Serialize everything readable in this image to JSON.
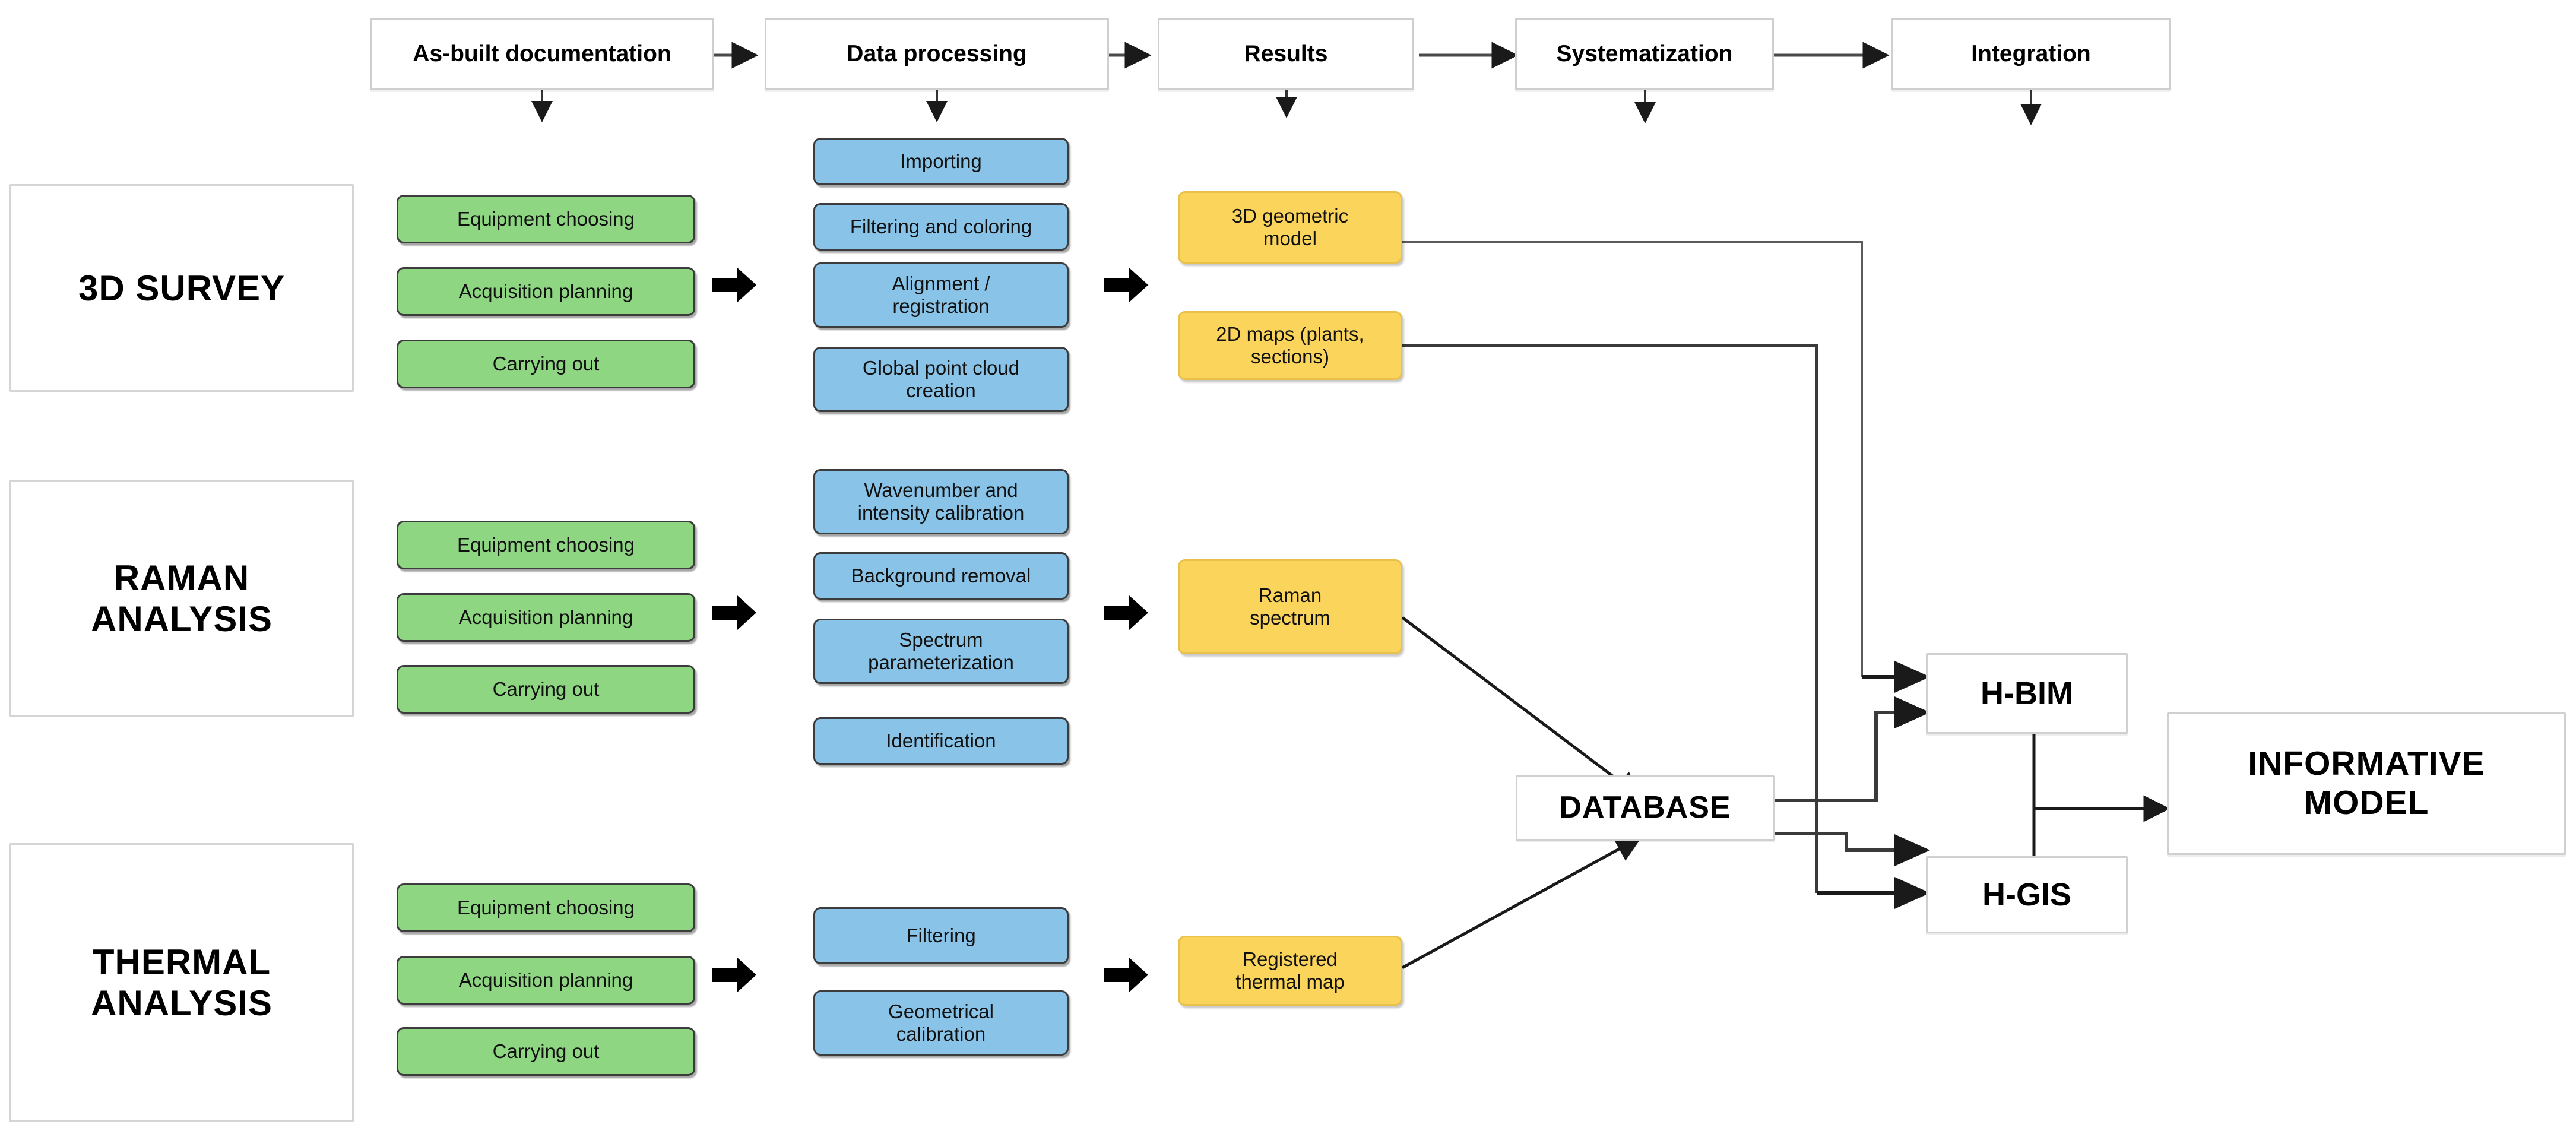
{
  "diagram": {
    "title": "Multi-technique survey, analysis and integration workflow",
    "colors": {
      "green": "#8FD683",
      "blue": "#89C4E8",
      "yellow": "#FBD45C",
      "box_border": "#d0d0d0",
      "pill_border": "#3c3c3c",
      "line": "#1a1a1a",
      "background": "#ffffff"
    }
  },
  "phases": [
    {
      "label": "As-built documentation"
    },
    {
      "label": "Data processing"
    },
    {
      "label": "Results"
    },
    {
      "label": "Systematization"
    },
    {
      "label": "Integration"
    }
  ],
  "rows": [
    {
      "category": "3D SURVEY",
      "documentation": [
        {
          "label": "Equipment choosing"
        },
        {
          "label": "Acquisition planning"
        },
        {
          "label": "Carrying out"
        }
      ],
      "processing": [
        {
          "label": "Importing"
        },
        {
          "label": "Filtering and coloring"
        },
        {
          "label": "Alignment /\nregistration"
        },
        {
          "label": "Global point cloud\ncreation"
        }
      ],
      "results": [
        {
          "label": "3D geometric\nmodel"
        },
        {
          "label": "2D maps (plants,\nsections)"
        }
      ]
    },
    {
      "category": "RAMAN\nANALYSIS",
      "documentation": [
        {
          "label": "Equipment choosing"
        },
        {
          "label": "Acquisition planning"
        },
        {
          "label": "Carrying out"
        }
      ],
      "processing": [
        {
          "label": "Wavenumber and\nintensity calibration"
        },
        {
          "label": "Background removal"
        },
        {
          "label": "Spectrum\nparameterization"
        },
        {
          "label": "Identification"
        }
      ],
      "results": [
        {
          "label": "Raman\nspectrum"
        }
      ]
    },
    {
      "category": "THERMAL\nANALYSIS",
      "documentation": [
        {
          "label": "Equipment choosing"
        },
        {
          "label": "Acquisition planning"
        },
        {
          "label": "Carrying out"
        }
      ],
      "processing": [
        {
          "label": "Filtering"
        },
        {
          "label": "Geometrical\ncalibration"
        }
      ],
      "results": [
        {
          "label": "Registered\nthermal map"
        }
      ]
    }
  ],
  "outcomes": {
    "database": "DATABASE",
    "hbim": "H-BIM",
    "hgis": "H-GIS",
    "informative_model": "INFORMATIVE\nMODEL"
  }
}
